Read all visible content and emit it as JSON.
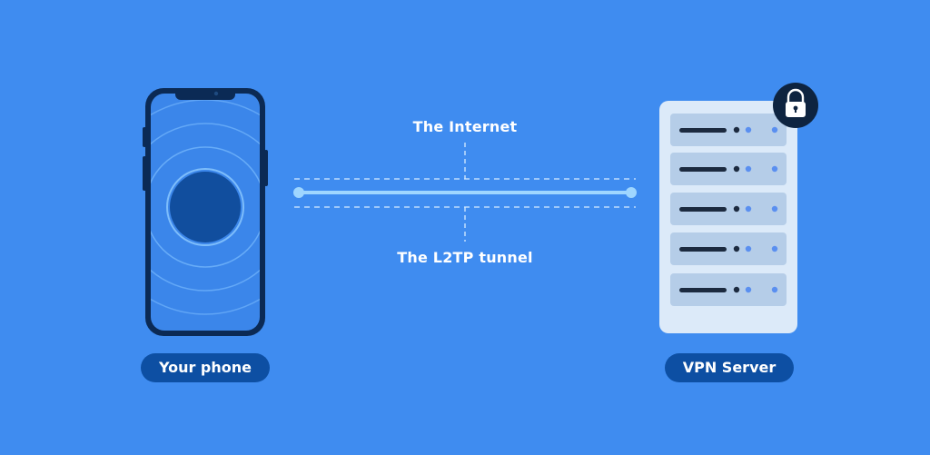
{
  "diagram": {
    "top_label": "The Internet",
    "bottom_label": "The L2TP tunnel",
    "left_caption": "Your phone",
    "right_caption": "VPN Server"
  },
  "colors": {
    "background": "#3f8cf0",
    "tunnel_line": "#9fd6ff",
    "pill": "#0d4fa3",
    "phone_body": "#0b2a55",
    "phone_screen": "#3b86ea",
    "server_frame": "#dceaf9",
    "server_rack": "#b5cde8",
    "lock_badge": "#0e2440"
  },
  "icons": {
    "phone": "smartphone-icon",
    "server": "server-rack-icon",
    "lock": "padlock-icon"
  }
}
